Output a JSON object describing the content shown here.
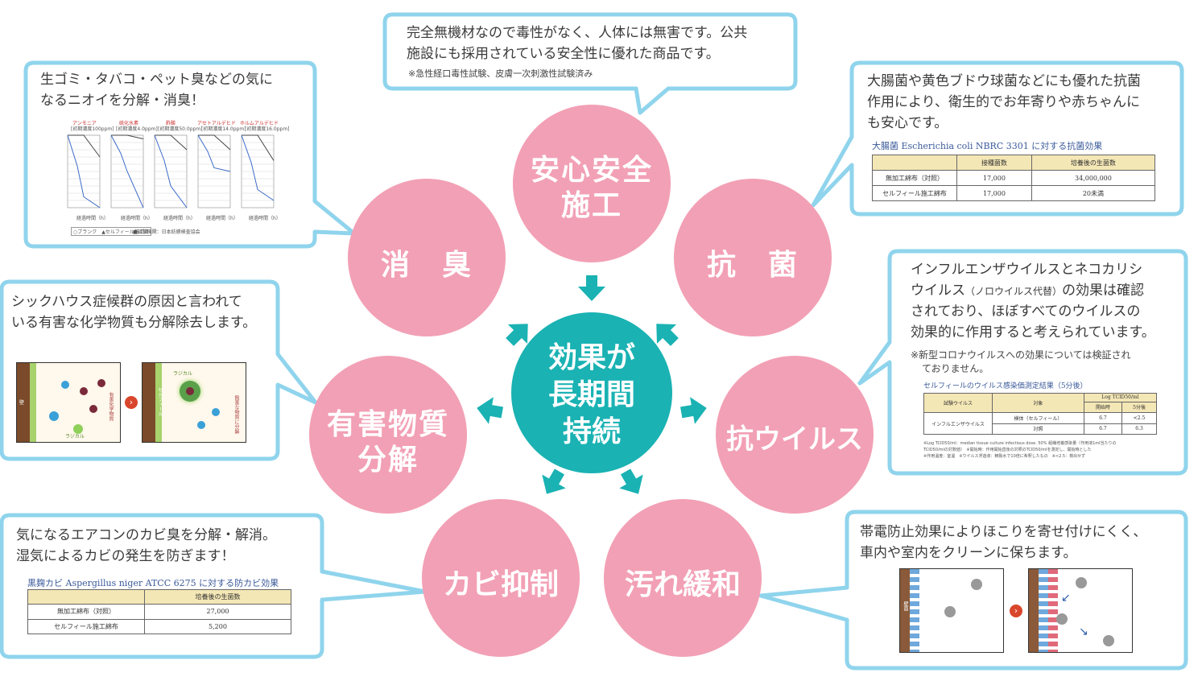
{
  "colors": {
    "pink": "#f2a0b5",
    "teal": "#1ab2b3",
    "border": "#8fd4ec"
  },
  "center": {
    "line1": "効果が",
    "line2": "長期間",
    "line3": "持続"
  },
  "circles": {
    "anshin_1": "安心安全",
    "anshin_2": "施工",
    "shoshu": "消　臭",
    "kokin": "抗　菌",
    "yugai_1": "有害物質",
    "yugai_2": "分解",
    "antivirus": "抗ウイルス",
    "kabi": "カビ抑制",
    "yogore": "汚れ緩和"
  },
  "safety": {
    "line1": "完全無機材なので毒性がなく、人体には無害です。公共",
    "line2": "施設にも採用されている安全性に優れた商品です。",
    "note": "※急性経口毒性試験、皮膚一次刺激性試験済み"
  },
  "deodor": {
    "line1": "生ゴミ・タバコ・ペット臭などの気に",
    "line2": "なるニオイを分解・消臭！",
    "charts": [
      {
        "title": "アンモニア",
        "sub": "[初期濃度100ppm]"
      },
      {
        "title": "硫化水素",
        "sub": "[初期濃度4.0ppm]"
      },
      {
        "title": "酢酸",
        "sub": "[初期濃度50.0ppm]"
      },
      {
        "title": "アセトアルデヒド",
        "sub": "[初期濃度14.0ppm]"
      },
      {
        "title": "ホルムアルデヒド",
        "sub": "[初期濃度16.0ppm]"
      }
    ],
    "xlabel": "経過時間（h）",
    "legend1": "○ブランク　▲セルフィール施工済",
    "legend2": "■試験機関：日本紡績検査協会"
  },
  "antibac": {
    "line1": "大腸菌や黄色ブドウ球菌などにも優れた抗菌",
    "line2": "作用により、衛生的でお年寄りや赤ちゃんに",
    "line3": "も安心です。",
    "caption": "大腸菌 Escherichia coli NBRC 3301 に対する抗菌効果",
    "headers": [
      "",
      "接種菌数",
      "培養後の生菌数"
    ],
    "rows": [
      [
        "無加工綿布（対照）",
        "17,000",
        "34,000,000"
      ],
      [
        "セルフィール施工綿布",
        "17,000",
        "20未満"
      ]
    ]
  },
  "sickhouse": {
    "line1": "シックハウス症候群の原因と言われて",
    "line2": "いる有害な化学物質も分解除去します。",
    "wall": "壁",
    "radical": "ラジカル",
    "chem": "有害化学物質",
    "harmless": "無害な物質に分解",
    "film": "セルフィール"
  },
  "virus": {
    "line1": "インフルエンザウイルスとネコカリシ",
    "line2_a": "ウイルス",
    "line2_b": "（ノロウイルス代替）",
    "line2_c": "の効果は確認",
    "line3": "されており、ほぼすべてのウイルスの",
    "line4": "効果的に作用すると考えられています。",
    "note1": "※新型コロナウイルスへの効果については検証され",
    "note2": "ておりません。",
    "caption": "セルフィールのウイルス感染価測定結果（5分後）",
    "h_virus": "試験ウイルス",
    "h_target": "対象",
    "h_log": "Log TCID50/ml",
    "h_start": "開始時",
    "h_5min": "5分後",
    "virus_name": "インフルエンザウイルス",
    "r1_label": "検体（セルフィール）",
    "r1_start": "6.7",
    "r1_5": "<2.5",
    "r2_label": "対照",
    "r2_start": "6.7",
    "r2_5": "6.3",
    "fn1": "※Log TCID50/ml：median tissue culture infectious dose. 50% 組織培養感染量（作用液1ml当たりの",
    "fn2": "TCID50/mlの対数値）　※開始時：作用開始直後の対照のTCID50/mlを測定し、開始時とした",
    "fn3": "※作用温度：室温　※ウイルス浮遊液：精製水で10倍に希釈したもの　※<2.5：検出せず"
  },
  "mold": {
    "line1": "気になるエアコンのカビ臭を分解・解消。",
    "line2": "湿気によるカビの発生を防ぎます！",
    "caption": "黒麹カビ Aspergillus niger ATCC 6275 に対する防カビ効果",
    "header": "培養後の生菌数",
    "rows": [
      [
        "無加工綿布（対照）",
        "27,000"
      ],
      [
        "セルフィール施工綿布",
        "5,200"
      ]
    ]
  },
  "antistatic": {
    "line1": "帯電防止効果によりほこりを寄せ付けにくく、",
    "line2": "車内や室内をクリーンに保ちます。",
    "wall": "壁面"
  }
}
